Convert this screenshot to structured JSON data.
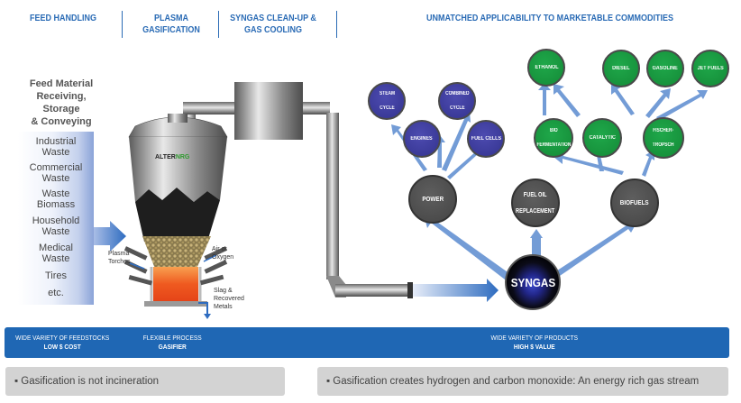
{
  "headers": {
    "feed_handling": "FEED HANDLING",
    "plasma_gasification_1": "PLASMA",
    "plasma_gasification_2": "GASIFICATION",
    "syngas_cleanup_1": "SYNGAS CLEAN-UP &",
    "syngas_cleanup_2": "GAS COOLING",
    "applicability": "UNMATCHED APPLICABILITY TO MARKETABLE COMMODITIES"
  },
  "feed": {
    "title_lines": [
      "Feed Material",
      "Receiving,",
      "Storage",
      "& Conveying"
    ],
    "items": [
      [
        "Industrial",
        "Waste"
      ],
      [
        "Commercial",
        "Waste"
      ],
      [
        "Waste",
        "Biomass"
      ],
      [
        "Household",
        "Waste"
      ],
      [
        "Medical",
        "Waste"
      ],
      [
        "Tires"
      ],
      [
        "etc."
      ]
    ]
  },
  "gasifier": {
    "brand": "ALTER",
    "brand_accent": "NRG",
    "plasma_torches": [
      "Plasma",
      "Torches"
    ],
    "air_oxygen": [
      "Air or",
      "Oxygen"
    ],
    "slag": [
      "Slag &",
      "Recovered",
      "Metals"
    ]
  },
  "nodes": {
    "syngas": "SYNGAS",
    "power": "POWER",
    "fuel_oil": [
      "FUEL OIL",
      "REPLACEMENT"
    ],
    "biofuels": "BIOFUELS",
    "steam_cycle": [
      "STEAM",
      "CYCLE"
    ],
    "engines": "ENGINES",
    "combined_cycle": [
      "COMBINED",
      "CYCLE"
    ],
    "fuel_cells": "FUEL CELLS",
    "bio_fermentation": [
      "BIO",
      "FERMENTATION"
    ],
    "catalytic": "CATALYTIC",
    "fischer_tropsch": [
      "FISCHER-",
      "TROPSCH"
    ],
    "ethanol": "ETHANOL",
    "diesel": "DIESEL",
    "gasoline": "GASOLINE",
    "jet_fuels": "JET FUELS"
  },
  "bar": {
    "left_1": "WIDE VARIETY OF FEEDSTOCKS",
    "left_2": "LOW $ COST",
    "mid_1": "FLEXIBLE PROCESS",
    "mid_2": "GASIFIER",
    "right_1": "WIDE VARIETY OF PRODUCTS",
    "right_2": "HIGH $ VALUE"
  },
  "notes": {
    "left": "▪ Gasification is not incineration",
    "right": "▪ Gasification creates hydrogen and carbon monoxide: An energy rich gas stream"
  },
  "colors": {
    "header_blue": "#2a6bb5",
    "bar_blue": "#1f67b4",
    "power_node": "#3a3a98",
    "product_node": "#179a40",
    "hub_node": "#4f4f4f",
    "note_grey": "#d3d3d3"
  }
}
